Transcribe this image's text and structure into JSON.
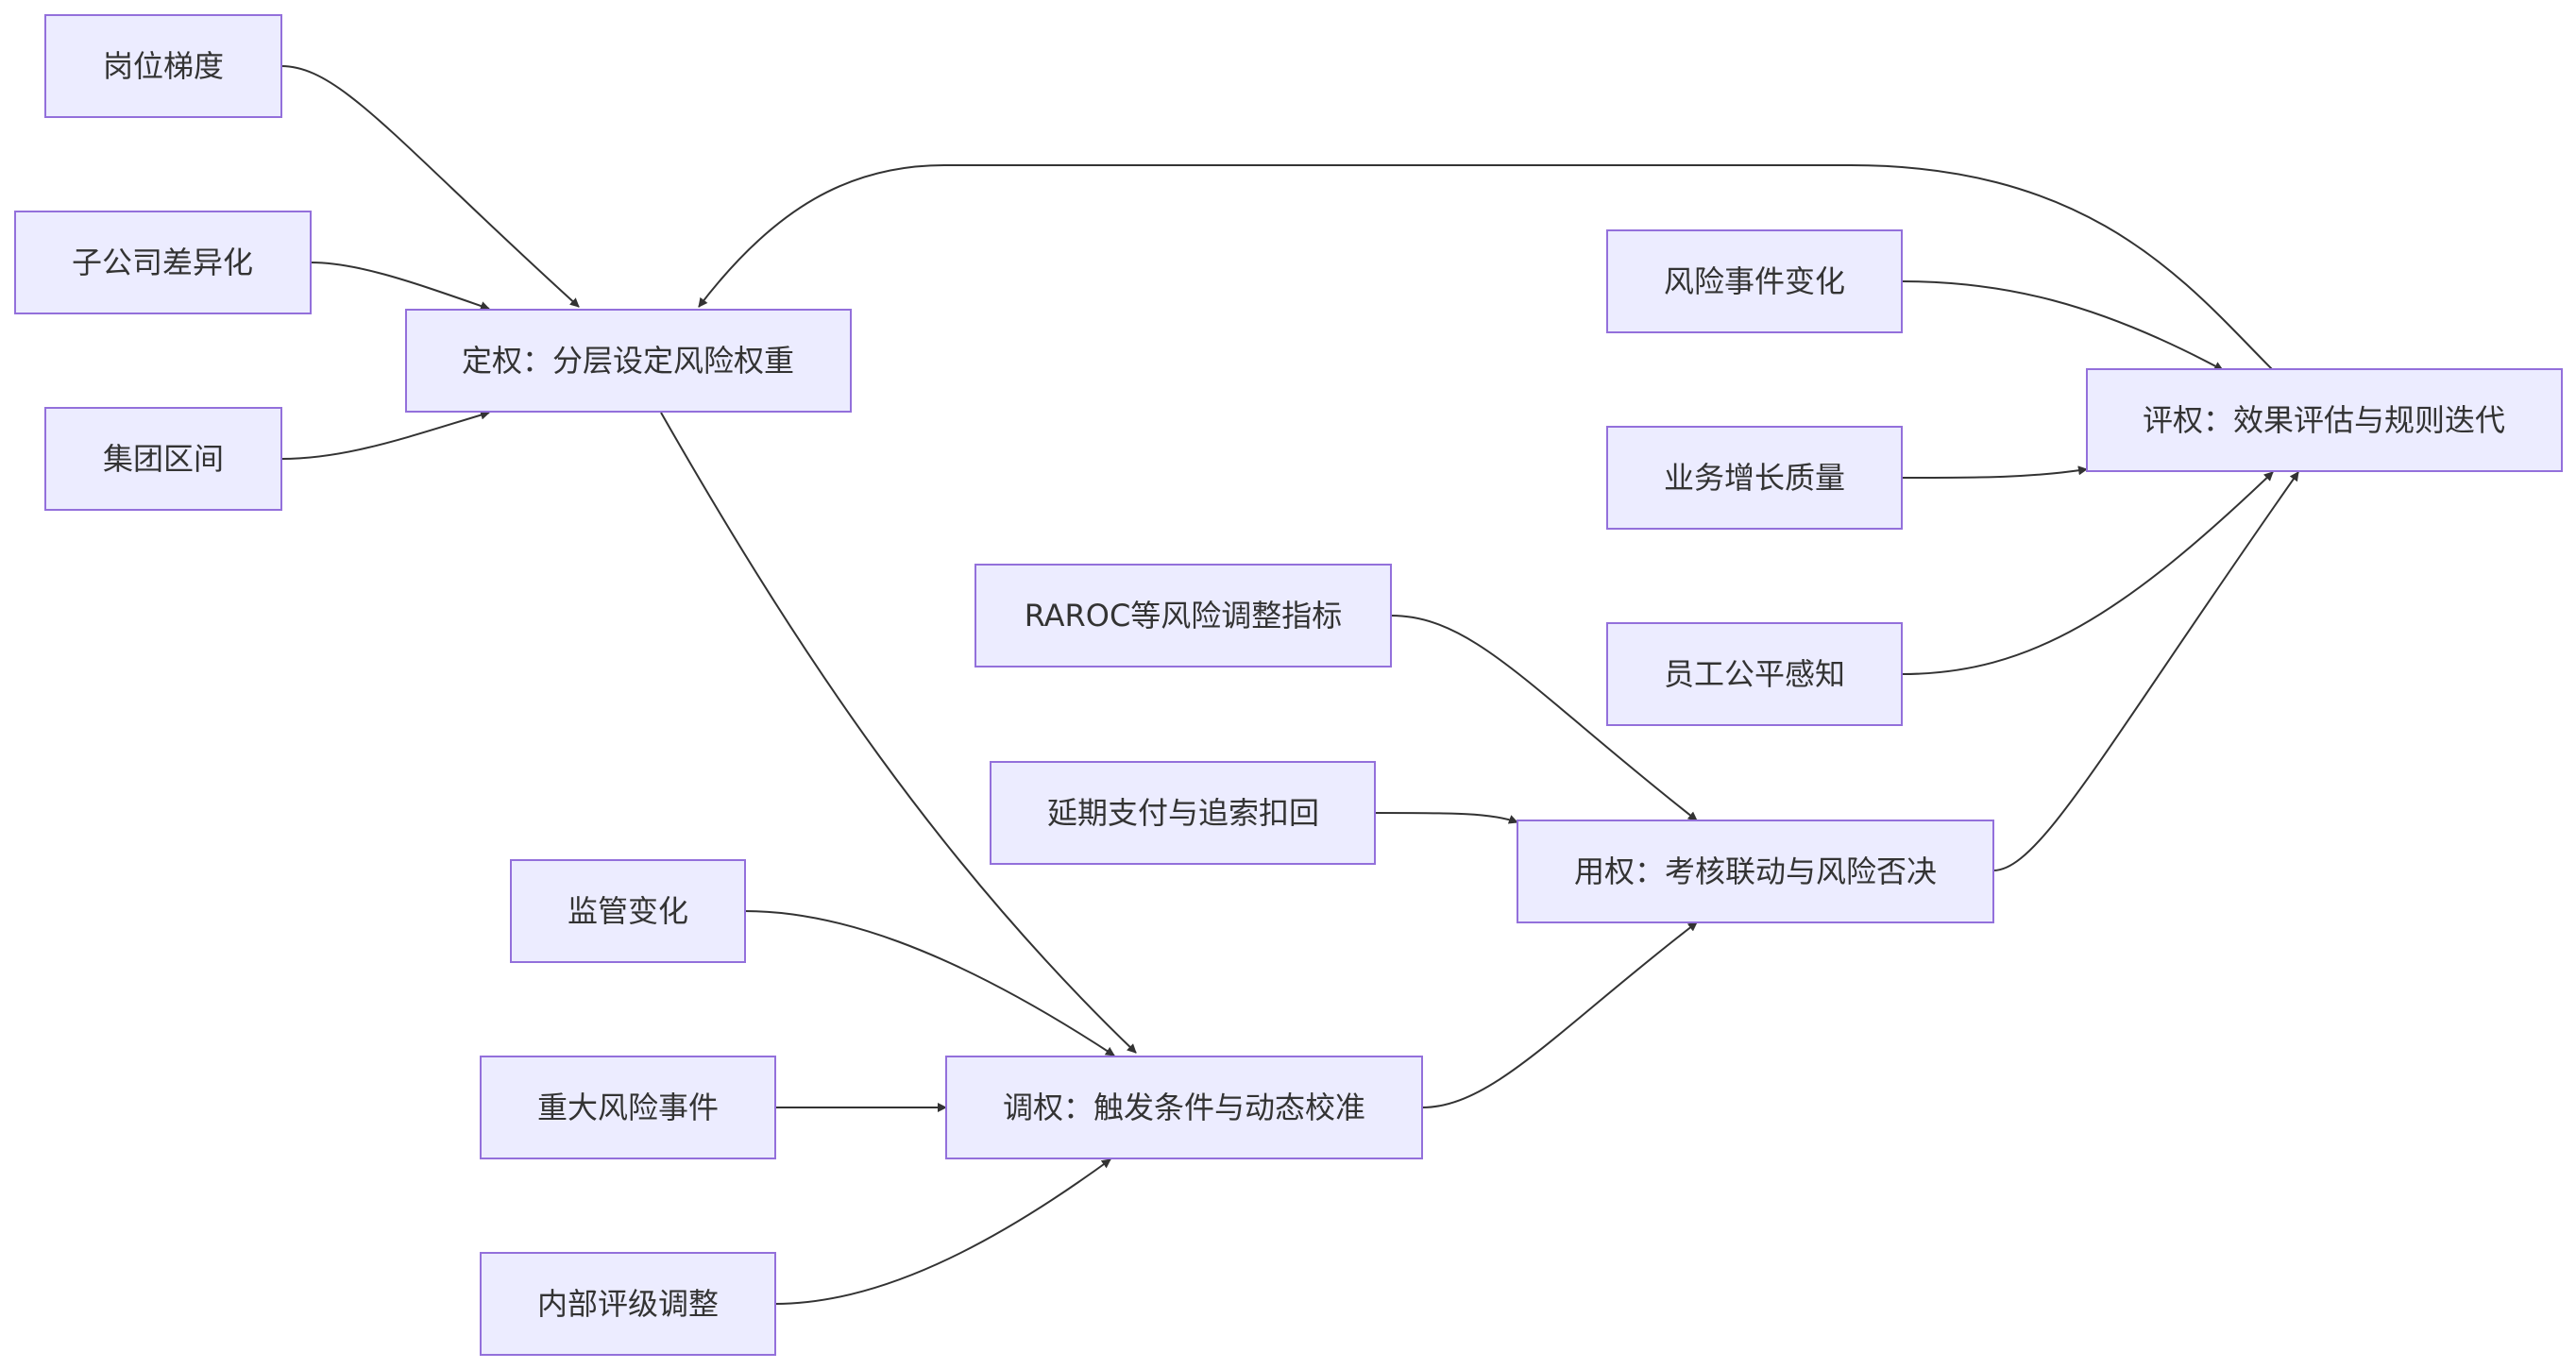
{
  "diagram": {
    "nodes": {
      "gangwei": "岗位梯度",
      "zigongsi": "子公司差异化",
      "jituan": "集团区间",
      "dingquan": "定权：分层设定风险权重",
      "fengxianshijian": "风险事件变化",
      "yewuzengzhang": "业务增长质量",
      "yuangong": "员工公平感知",
      "pingquan": "评权：效果评估与规则迭代",
      "raroc": "RAROC等风险调整指标",
      "yanqi": "延期支付与追索扣回",
      "yongquan": "用权：考核联动与风险否决",
      "jianguan": "监管变化",
      "zhongda": "重大风险事件",
      "tiaoquan": "调权：触发条件与动态校准",
      "neibu": "内部评级调整"
    }
  }
}
